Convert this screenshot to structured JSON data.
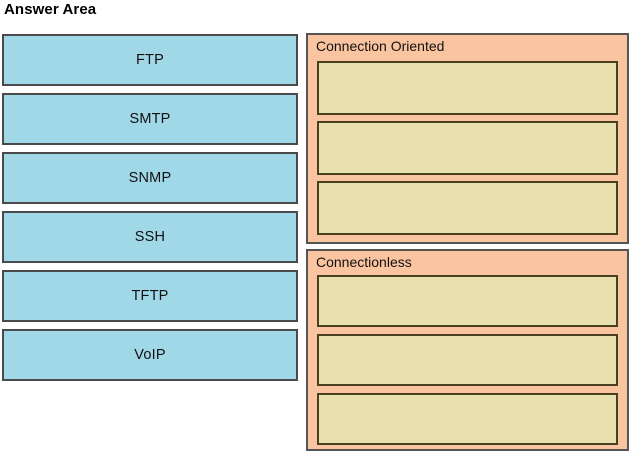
{
  "page": {
    "title": "Answer Area"
  },
  "draggables": {
    "name": "protocol-list",
    "items": [
      {
        "label": "FTP"
      },
      {
        "label": "SMTP"
      },
      {
        "label": "SNMP"
      },
      {
        "label": "SSH"
      },
      {
        "label": "TFTP"
      },
      {
        "label": "VoIP"
      }
    ]
  },
  "dropzones": [
    {
      "heading": "Connection Oriented",
      "slots": [
        {
          "value": ""
        },
        {
          "value": ""
        },
        {
          "value": ""
        }
      ]
    },
    {
      "heading": "Connectionless",
      "slots": [
        {
          "value": ""
        },
        {
          "value": ""
        },
        {
          "value": ""
        }
      ]
    }
  ],
  "colors": {
    "tile_fill": "#a0d8e8",
    "tile_border": "#4a4a4a",
    "panel_fill": "#fbc4a0",
    "panel_border": "#555555",
    "slot_fill": "#e8e0ae",
    "slot_border": "#4a3f1e",
    "background": "#ffffff",
    "text": "#111111"
  }
}
